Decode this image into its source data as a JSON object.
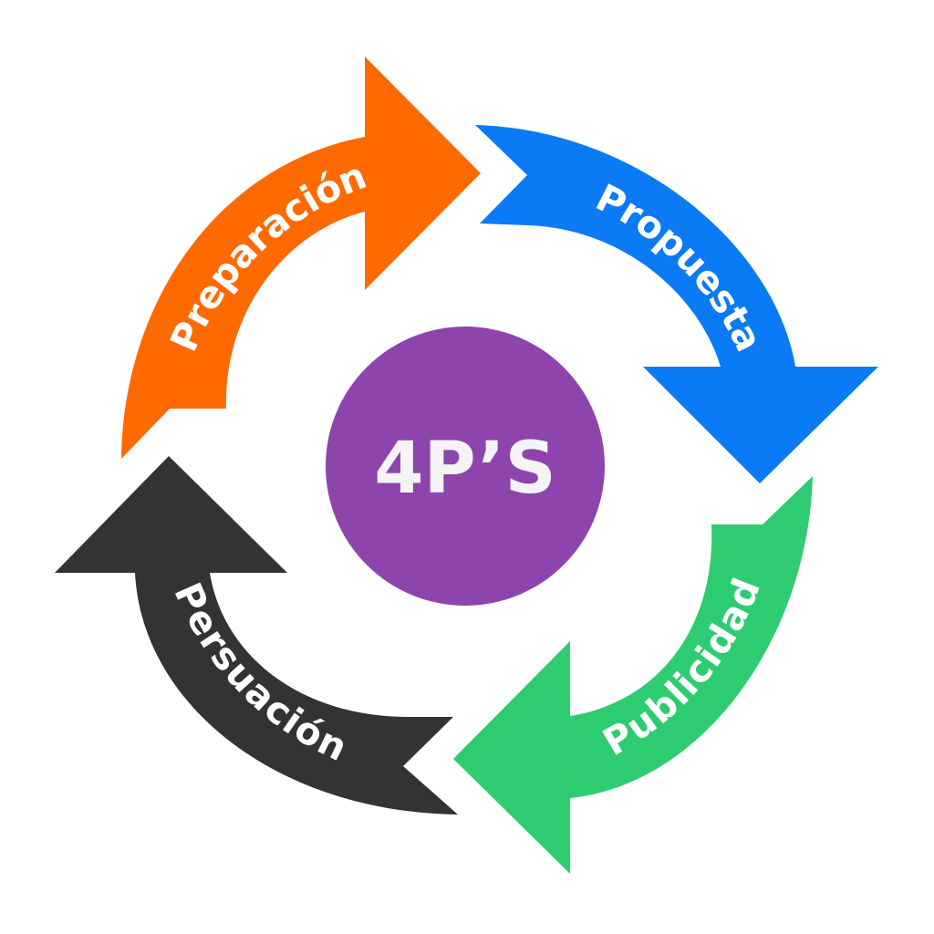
{
  "diagram": {
    "center": {
      "label": "4P’S",
      "color": "#8e44ad"
    },
    "steps": [
      {
        "label": "Preparación",
        "color": "#ff6a00"
      },
      {
        "label": "Propuesta",
        "color": "#0a7af5"
      },
      {
        "label": "Publicidad",
        "color": "#2ecc71"
      },
      {
        "label": "Persuación",
        "color": "#333333"
      }
    ]
  }
}
